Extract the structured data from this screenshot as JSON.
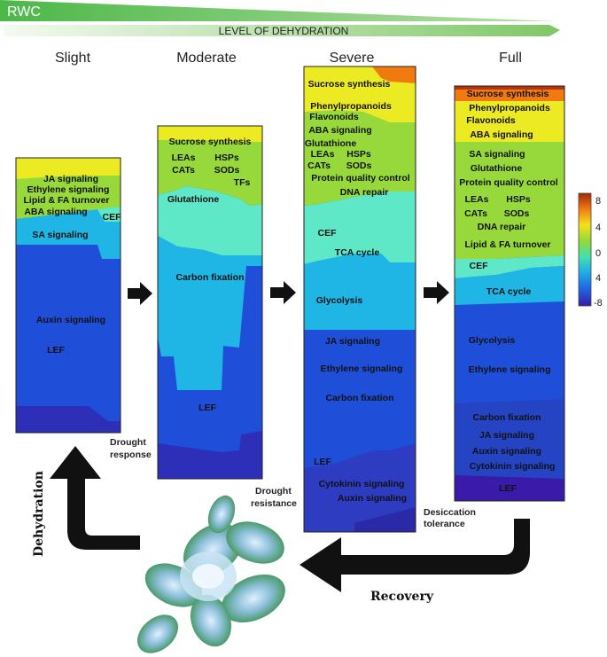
{
  "header": {
    "rwc": "RWC",
    "level": "LEVEL OF DEHYDRATION"
  },
  "stages": [
    "Slight",
    "Moderate",
    "Severe",
    "Full"
  ],
  "columns": {
    "slight": [
      "JA signaling",
      "Ethylene signaling",
      "Lipid & FA turnover",
      "ABA signaling",
      "CEF",
      "SA signaling",
      "Auxin signaling",
      "LEF"
    ],
    "moderate": [
      "Sucrose synthesis",
      "LEAs",
      "HSPs",
      "CATs",
      "SODs",
      "TFs",
      "Glutathione",
      "Carbon fixation",
      "LEF"
    ],
    "severe": [
      "Sucrose synthesis",
      "Phenylpropanoids",
      "Flavonoids",
      "ABA signaling",
      "Glutathione",
      "LEAs",
      "HSPs",
      "CATs",
      "SODs",
      "Protein quality control",
      "DNA repair",
      "CEF",
      "TCA cycle",
      "Glycolysis",
      "JA signaling",
      "Ethylene signaling",
      "Carbon fixation",
      "LEF",
      "Cytokinin signaling",
      "Auxin signaling"
    ],
    "full": [
      "Sucrose synthesis",
      "Phenylpropanoids",
      "Flavonoids",
      "ABA signaling",
      "SA signaling",
      "Glutathione",
      "Protein quality control",
      "LEAs",
      "HSPs",
      "CATs",
      "SODs",
      "DNA repair",
      "Lipid & FA turnover",
      "CEF",
      "TCA cycle",
      "Glycolysis",
      "Ethylene signaling",
      "Carbon fixation",
      "JA signaling",
      "Auxin signaling",
      "Cytokinin signaling",
      "LEF"
    ]
  },
  "notes": {
    "drought_response": [
      "Drought",
      "response"
    ],
    "drought_resistance": [
      "Drought",
      "resistance"
    ],
    "desiccation_tolerance": [
      "Desiccation",
      "tolerance"
    ]
  },
  "cycle": {
    "dehydration": "Dehydration",
    "recovery": "Recovery"
  },
  "colorbar": {
    "ticks": [
      "8",
      "4",
      "0",
      "4",
      "-8"
    ],
    "colors": [
      "#a0280a",
      "#f07a10",
      "#f5e21a",
      "#8fd93a",
      "#3ee0b4",
      "#1fa8e8",
      "#2060e0",
      "#3a1aa8"
    ]
  }
}
